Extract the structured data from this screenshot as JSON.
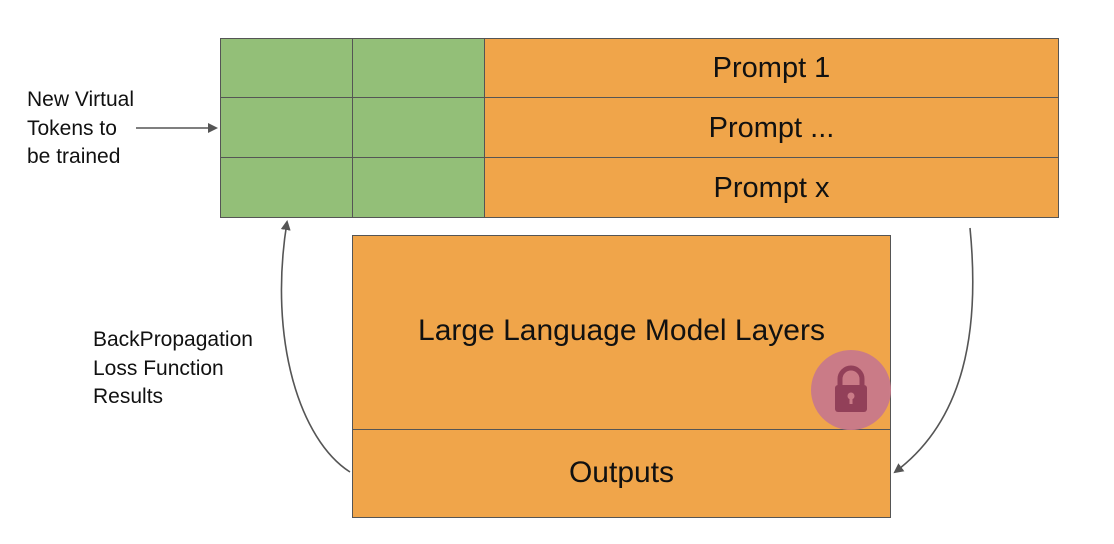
{
  "token_grid": {
    "prompts": [
      "Prompt 1",
      "Prompt ...",
      "Prompt x"
    ]
  },
  "virtual_tokens_note": {
    "lines": [
      "New Virtual",
      "Tokens to",
      "be trained"
    ]
  },
  "backprop_note": {
    "lines": [
      "BackPropagation",
      "Loss Function",
      "Results"
    ]
  },
  "model": {
    "layers_label": "Large Language Model Layers",
    "outputs_label": "Outputs",
    "lock_icon": "lock-icon"
  },
  "colors": {
    "virtual_token": "#93bf78",
    "prompt": "#f0a54a",
    "model": "#f0a54a",
    "lock_badge": "#c9798b",
    "lock_glyph": "#8e3b5a",
    "border": "#555555",
    "arrow": "#555555"
  }
}
